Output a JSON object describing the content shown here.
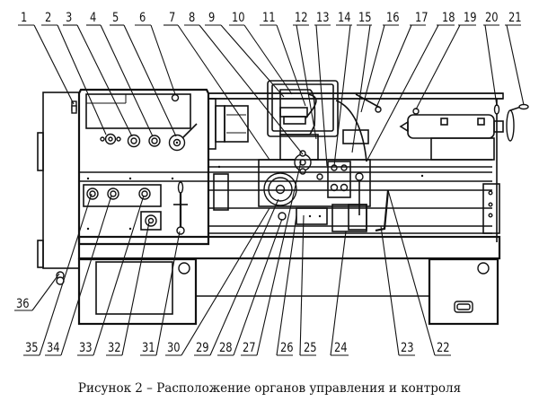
{
  "figure": {
    "caption": "Рисунок 2 – Расположение органов управления и контроля",
    "subject": "lathe-control-layout",
    "callouts_top": [
      "1",
      "2",
      "3",
      "4",
      "5",
      "6",
      "7",
      "8",
      "9",
      "10",
      "11",
      "12",
      "13",
      "14",
      "15",
      "16",
      "17",
      "18",
      "19",
      "20",
      "21"
    ],
    "callouts_bottom": [
      "36",
      "35",
      "34",
      "33",
      "32",
      "31",
      "30",
      "29",
      "28",
      "27",
      "26",
      "25",
      "24",
      "23",
      "22"
    ]
  }
}
